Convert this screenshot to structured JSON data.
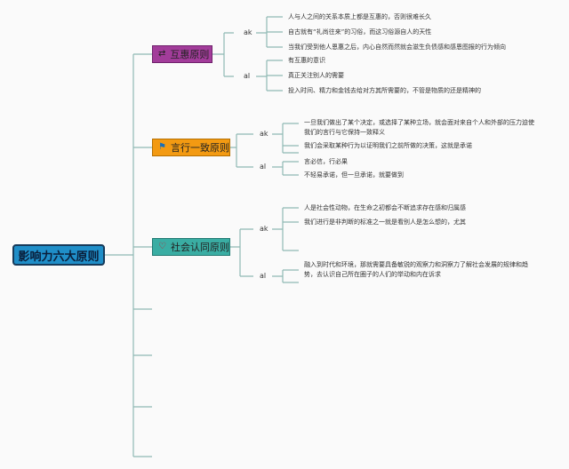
{
  "root": {
    "label": "影响力六大原则"
  },
  "topics": [
    {
      "label": "互惠原则",
      "icon": "arrows-swap-icon",
      "icon_glyph": "⇄",
      "color": "#a23c9a",
      "groups": [
        {
          "label": "ak",
          "items": [
            "人与人之间的关系本质上都是互惠的，否则很难长久",
            "自古就有“礼尚往来”的习俗，而这习俗源自人的天性",
            "当我们受到他人恩惠之后，内心自然而然就会滋生负债感和感恩图报的行为倾向"
          ]
        },
        {
          "label": "al",
          "items": [
            "有互惠的意识",
            "真正关注别人的需要",
            "投入时间、精力和金钱去给对方其所需要的，不管是物质的还是精神的"
          ]
        }
      ]
    },
    {
      "label": "言行一致原则",
      "icon": "flag-icon",
      "icon_glyph": "⚑",
      "color": "#f39a12",
      "groups": [
        {
          "label": "ak",
          "items": [
            "一旦我们做出了某个决定，或选择了某种立场，就会面对来自个人和外部的压力迫使我们的言行与它保持一致释义",
            "我们会采取某种行为以证明我们之前所做的决策，这就是承诺"
          ]
        },
        {
          "label": "al",
          "items": [
            "言必信，行必果",
            "不轻易承诺，但一旦承诺，就要做到"
          ]
        }
      ]
    },
    {
      "label": "社会认同原则",
      "icon": "heart-icon",
      "icon_glyph": "♡",
      "color": "#3aada3",
      "groups": [
        {
          "label": "ak",
          "items": [
            "人是社会性动物，在生命之初都会不断追求存在感和归属感",
            "我们进行是非判断的标准之一就是看别人是怎么想的，尤其",
            ""
          ]
        },
        {
          "label": "al",
          "items": [
            "融入到时代和环境，那就需要具备敏锐的观察力和洞察力了解社会发展的规律和趋势，去认识自己所在圈子的人们的举动和内在诉求"
          ]
        }
      ]
    }
  ],
  "empty_branches": 4
}
